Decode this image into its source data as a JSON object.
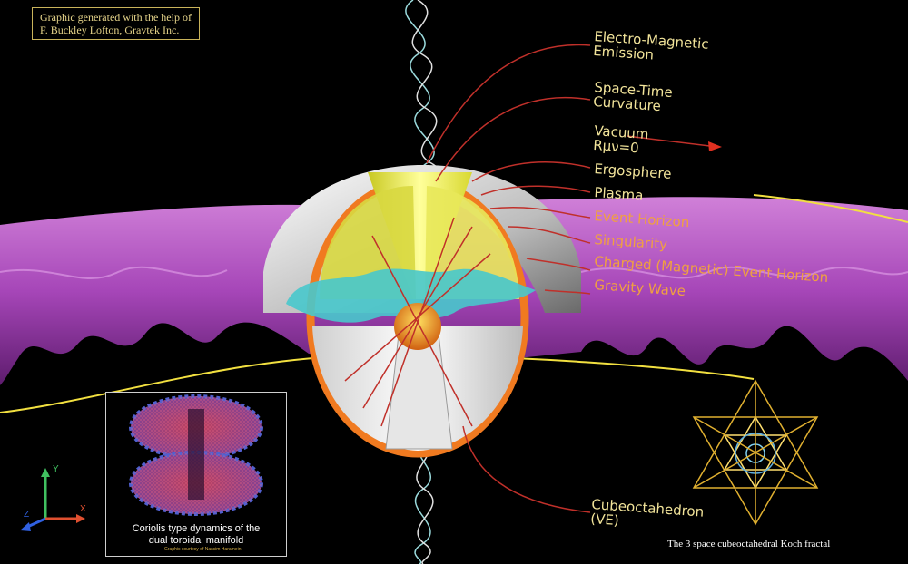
{
  "credit": {
    "line1": "Graphic generated with the help of",
    "line2": "F. Buckley Lofton, Gravtek Inc."
  },
  "labels": {
    "em_emission": [
      "Electro-Magnetic",
      "Emission"
    ],
    "spacetime": [
      "Space-Time",
      "Curvature"
    ],
    "vacuum": [
      "Vacuum",
      "Rμν=0"
    ],
    "ergosphere": "Ergosphere",
    "plasma": "Plasma",
    "event_horizon": "Event Horizon",
    "singularity": "Singularity",
    "charged_horizon": "Charged (Magnetic) Event Horizon",
    "gravity_wave": "Gravity Wave",
    "cubeoctahedron": [
      "Cubeoctahedron",
      "(VE)"
    ]
  },
  "inset": {
    "caption_line1": "Coriolis type dynamics of the",
    "caption_line2": "dual toroidal manifold",
    "credit": "Graphic courtesy of Nassim Haramein"
  },
  "fractal": {
    "caption": "The 3 space cubeoctahedral  Koch fractal"
  },
  "axes": {
    "x": "X",
    "y": "Y",
    "z": "Z"
  },
  "colors": {
    "background": "#000000",
    "manifold": "#b04cc0",
    "sphere_shell": "#d6d6d6",
    "orange_ring": "#f07a20",
    "plasma": "#48c8cc",
    "cone": "#f0f060",
    "label_yellow": "#f2e49a",
    "label_orange": "#f0a040",
    "field_lines": "#c0302a"
  }
}
